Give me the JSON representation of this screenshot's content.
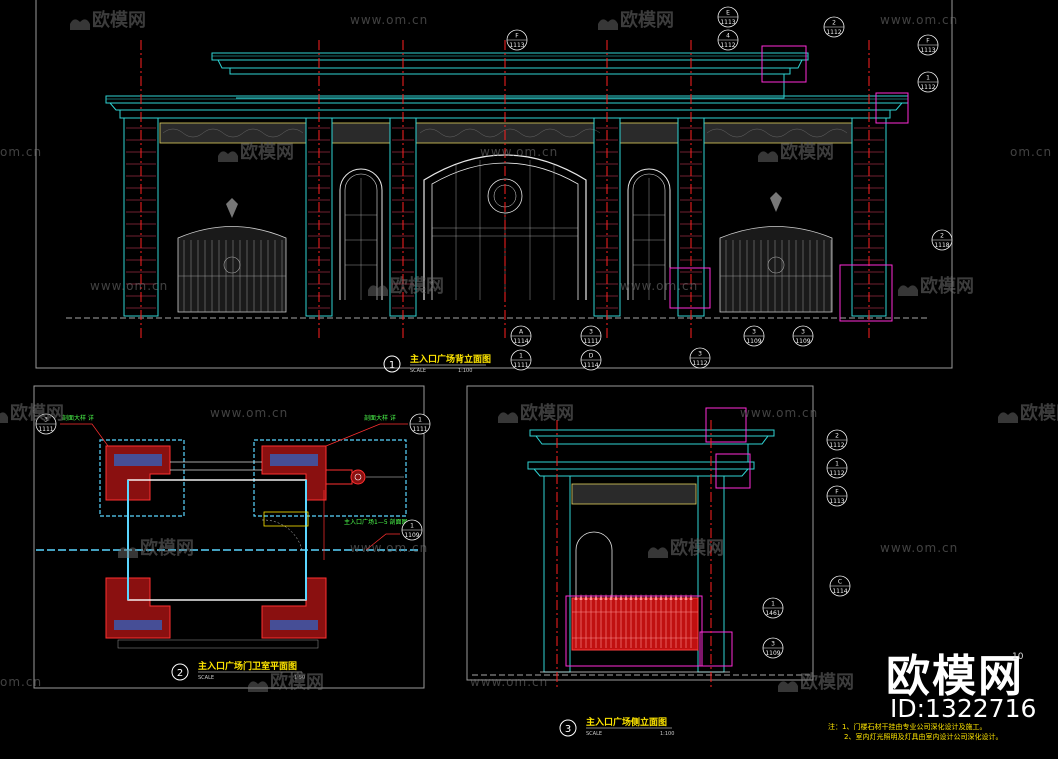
{
  "watermark": {
    "brand": "欧模网",
    "url": "www.om.cn",
    "url_short": "om.cn"
  },
  "brand": {
    "logo": "欧模网",
    "id": "ID:1322716",
    "page": "10"
  },
  "views": [
    {
      "num": "1",
      "title": "主入口广场背立面图",
      "scale_label": "SCALE",
      "scale": "1:100"
    },
    {
      "num": "2",
      "title": "主入口广场门卫室平面图",
      "scale_label": "SCALE",
      "scale": "1:50"
    },
    {
      "num": "3",
      "title": "主入口广场侧立面图",
      "scale_label": "SCALE",
      "scale": "1:100"
    }
  ],
  "bubbles_top": [
    {
      "top": "F",
      "bottom": "1113"
    },
    {
      "top": "E",
      "bottom": "1113"
    },
    {
      "top": "4",
      "bottom": "1112"
    },
    {
      "top": "2",
      "bottom": "1112"
    },
    {
      "top": "F",
      "bottom": "1113"
    },
    {
      "top": "1",
      "bottom": "1112"
    },
    {
      "top": "2",
      "bottom": "1118"
    }
  ],
  "bubbles_bottom": [
    {
      "top": "A",
      "bottom": "1114"
    },
    {
      "top": "1",
      "bottom": "1111"
    },
    {
      "top": "3",
      "bottom": "1111"
    },
    {
      "top": "D",
      "bottom": "1114"
    },
    {
      "top": "3",
      "bottom": "1112"
    },
    {
      "top": "3",
      "bottom": "1109"
    },
    {
      "top": "3",
      "bottom": "1109"
    }
  ],
  "plan_labels": [
    "剖面大样  详",
    "剖面大样  详",
    "主入口广场1—5 剖面图"
  ],
  "bubbles_plan": [
    {
      "top": "3",
      "bottom": "1111"
    },
    {
      "top": "1",
      "bottom": "1111"
    },
    {
      "top": "1",
      "bottom": "1109"
    }
  ],
  "bubbles_side": [
    {
      "top": "2",
      "bottom": "1112"
    },
    {
      "top": "1",
      "bottom": "1112"
    },
    {
      "top": "F",
      "bottom": "1113"
    },
    {
      "top": "C",
      "bottom": "1114"
    },
    {
      "top": "1",
      "bottom": "1461"
    },
    {
      "top": "3",
      "bottom": "1109"
    }
  ],
  "notes": [
    "注：1、门楼石材干挂由专业公司深化设计及施工。",
    "2、室内灯光照明及灯具由室内设计公司深化设计。"
  ],
  "colors": {
    "background": "#000000",
    "structure": "#2fd3d3",
    "axis": "#ff1f1f",
    "highlight": "#ff2bd8",
    "title": "#ffe600"
  }
}
